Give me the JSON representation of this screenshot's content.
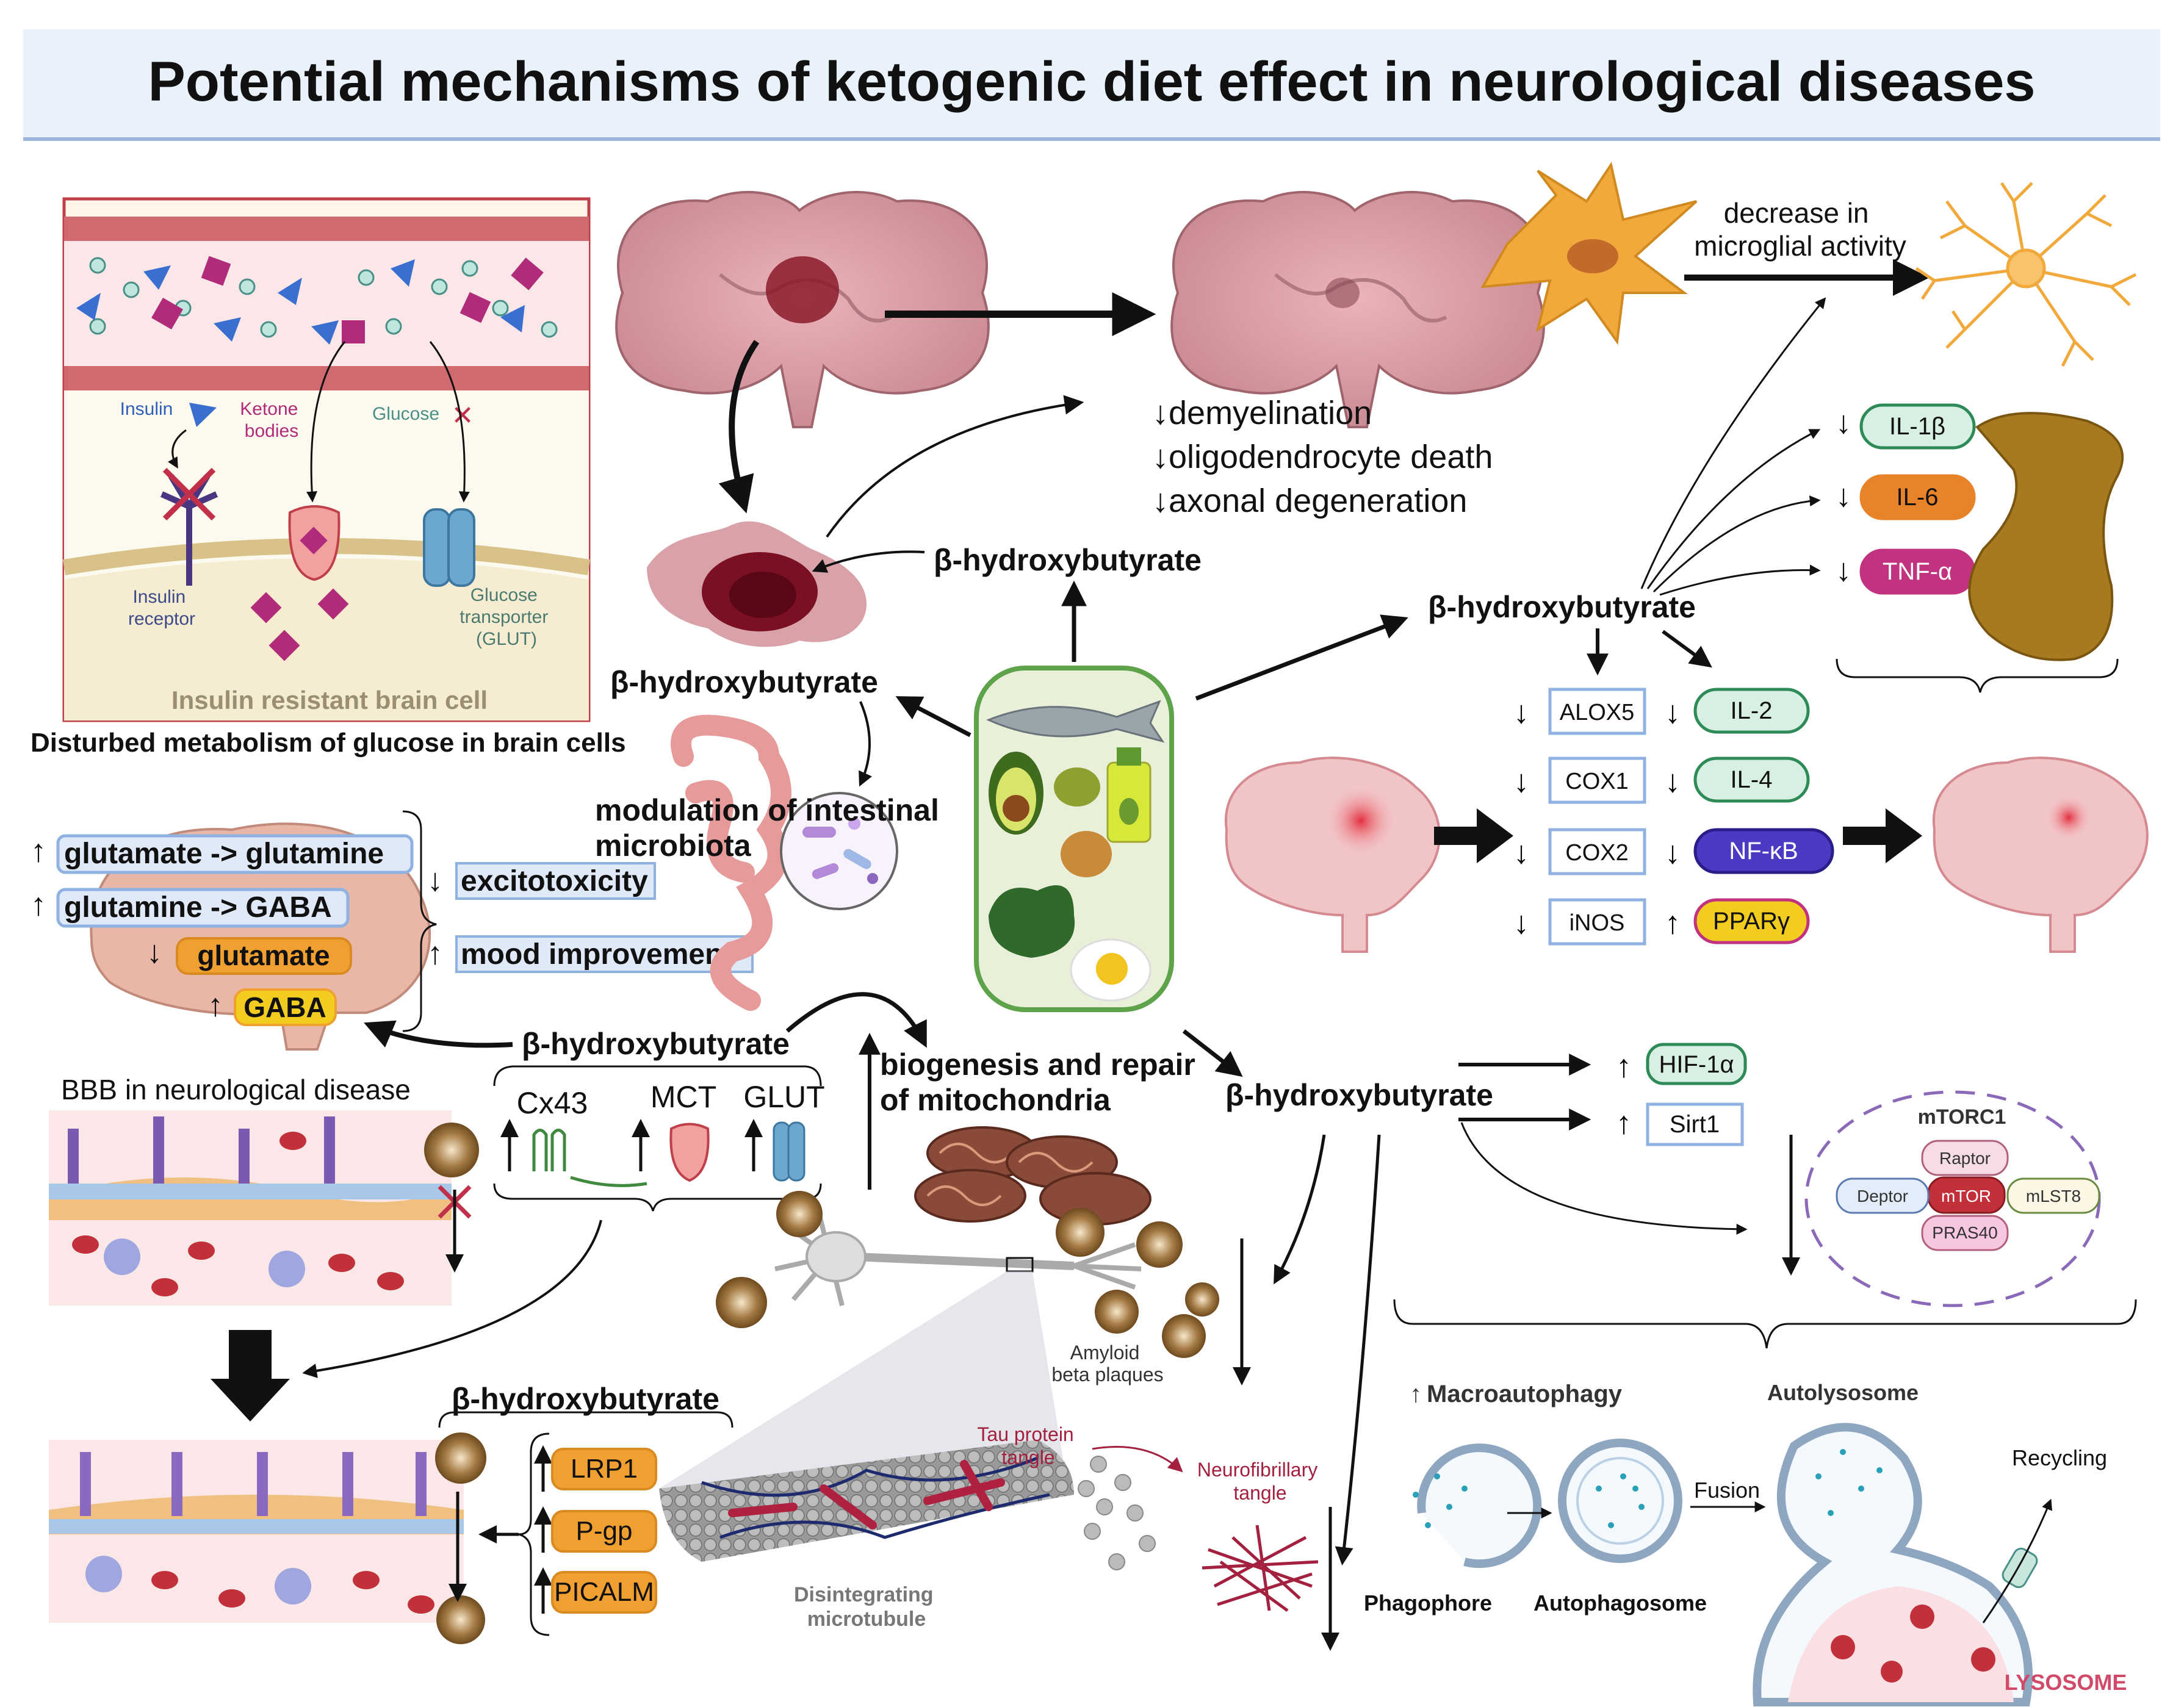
{
  "title": "Potential mechanisms of ketogenic diet effect in neurological diseases",
  "insulin_panel": {
    "insulin": "Insulin",
    "ketone_bodies": [
      "Ketone",
      "bodies"
    ],
    "glucose": "Glucose",
    "insulin_receptor": [
      "Insulin",
      "receptor"
    ],
    "glucose_transporter": [
      "Glucose",
      "transporter",
      "(GLUT)"
    ],
    "cell_label": "Insulin resistant brain cell",
    "caption": "Disturbed metabolism of glucose in brain cells"
  },
  "bhb": "β-hydroxybutyrate",
  "demyelination": {
    "items": [
      "demyelination",
      "oligodendrocyte death",
      "axonal degeneration"
    ],
    "arrow": "↓"
  },
  "microglia": {
    "text": [
      "decrease in",
      "microglial activity"
    ]
  },
  "cytokines_top": [
    {
      "arrow": "↓",
      "label": "IL-1β",
      "fill": "#d8f0e4",
      "stroke": "#2e8b57",
      "color": "#111111"
    },
    {
      "arrow": "↓",
      "label": "IL-6",
      "fill": "#e8832a",
      "stroke": "#e8832a",
      "color": "#111111"
    },
    {
      "arrow": "↓",
      "label": "TNF-α",
      "fill": "#c2337f",
      "stroke": "#c2337f",
      "color": "#ffffff"
    }
  ],
  "enzymes": [
    {
      "arrow": "↓",
      "label": "ALOX5"
    },
    {
      "arrow": "↓",
      "label": "COX1"
    },
    {
      "arrow": "↓",
      "label": "COX2"
    },
    {
      "arrow": "↓",
      "label": "iNOS"
    }
  ],
  "interleukins": [
    {
      "arrow": "↓",
      "label": "IL-2",
      "fill": "#d8f0e4",
      "stroke": "#2e8b57",
      "color": "#111111"
    },
    {
      "arrow": "↓",
      "label": "IL-4",
      "fill": "#d8f0e4",
      "stroke": "#2e8b57",
      "color": "#111111"
    },
    {
      "arrow": "↓",
      "label": "NF-κB",
      "fill": "#4b3bc4",
      "stroke": "#2a1f8a",
      "color": "#ffffff"
    },
    {
      "arrow": "↑",
      "label": "PPARγ",
      "fill": "#f2cc1f",
      "stroke": "#c2337f",
      "color": "#111111"
    }
  ],
  "neurotransmitters": {
    "items": [
      {
        "arrow": "↑",
        "label": "glutamate -> glutamine"
      },
      {
        "arrow": "↑",
        "label": "glutamine -> GABA"
      }
    ],
    "chips": [
      {
        "arrow": "↓",
        "label": "glutamate"
      },
      {
        "arrow": "↑",
        "label": "GABA"
      }
    ],
    "effects": [
      {
        "arrow": "↓",
        "label": "excitotoxicity"
      },
      {
        "arrow": "↑",
        "label": "mood improvement"
      }
    ]
  },
  "microbiota": [
    "modulation of intestinal",
    "microbiota"
  ],
  "mitochondria": [
    "biogenesis and repair",
    "of mitochondria"
  ],
  "bbb": {
    "title": "BBB in neurological disease",
    "transporters": [
      "Cx43",
      "MCT",
      "GLUT"
    ]
  },
  "hif": [
    {
      "arrow": "↑",
      "label": "HIF-1α"
    },
    {
      "arrow": "↑",
      "label": "Sirt1"
    }
  ],
  "mtorc1": {
    "title": "mTORC1",
    "parts": [
      "Raptor",
      "mTOR",
      "PRAS40",
      "Deptor",
      "mLST8"
    ]
  },
  "amyloid": [
    "Amyloid",
    "beta plaques"
  ],
  "tau": [
    "Tau protein",
    "tangle"
  ],
  "microtubule": [
    "Disintegrating",
    "microtubule"
  ],
  "neurofibrillary": [
    "Neurofibrillary",
    "tangle"
  ],
  "transport_proteins": [
    "LRP1",
    "P-gp",
    "PICALM"
  ],
  "autophagy": {
    "title": "Macroautophagy",
    "arrow": "↑",
    "phagophore": "Phagophore",
    "autophagosome": "Autophagosome",
    "autolysosome": "Autolysosome",
    "fusion": "Fusion",
    "recycling": "Recycling",
    "lysosome": "LYSOSOME"
  },
  "colors": {
    "title_band": "#e9f1fb",
    "accent_blue": "#7ea4d8",
    "orange": "#f0a030",
    "gold": "#f2cc1f",
    "crimson": "#c0304a",
    "brain": "#d99aa2"
  }
}
